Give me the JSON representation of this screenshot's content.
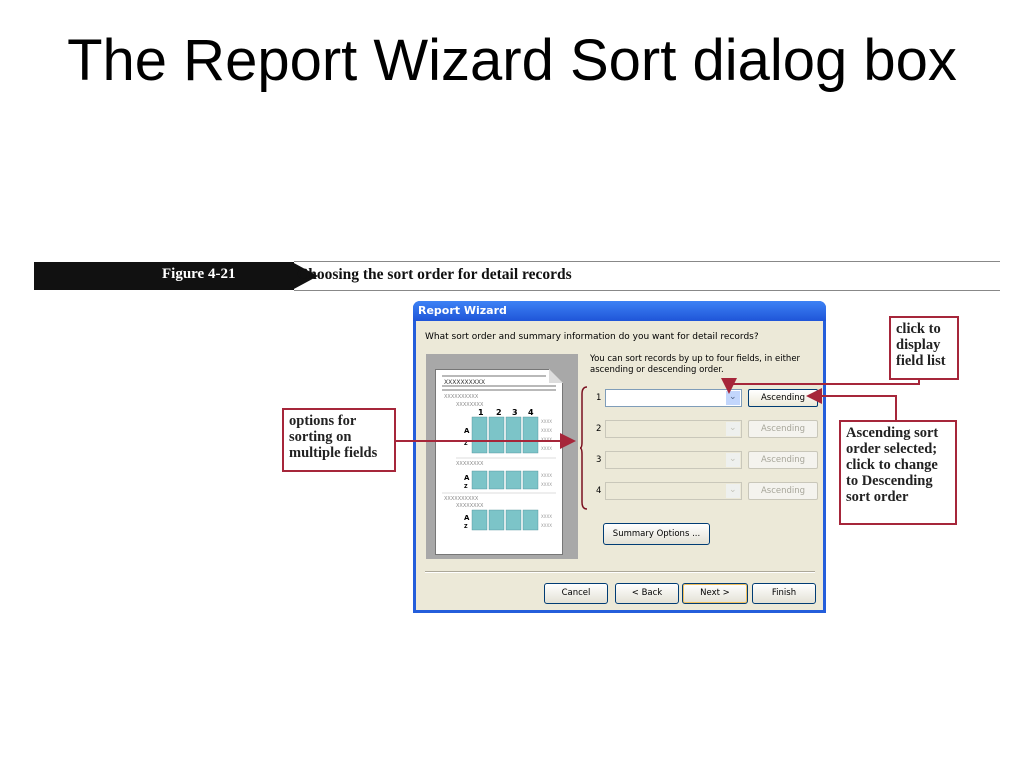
{
  "slide": {
    "title": "The Report Wizard Sort dialog box"
  },
  "figure": {
    "number": "Figure 4-21",
    "caption": "Choosing the sort order for detail records"
  },
  "dialog": {
    "title": "Report Wizard",
    "question": "What sort order and summary information do you want for detail records?",
    "info": "You can sort records by up to four fields, in either ascending or descending order.",
    "preview": {
      "placeholder_long": "XXXXXXXXXX",
      "placeholder_short": "XXXXXXXX",
      "cell": "XXXX",
      "column_numbers": [
        "1",
        "2",
        "3",
        "4"
      ],
      "sort_letters": [
        "A",
        "Z"
      ]
    },
    "sort_rows": [
      {
        "index": "1",
        "field": "",
        "order": "Ascending",
        "enabled": true
      },
      {
        "index": "2",
        "field": "",
        "order": "Ascending",
        "enabled": false
      },
      {
        "index": "3",
        "field": "",
        "order": "Ascending",
        "enabled": false
      },
      {
        "index": "4",
        "field": "",
        "order": "Ascending",
        "enabled": false
      }
    ],
    "summary_button": "Summary Options ...",
    "buttons": {
      "cancel": "Cancel",
      "back": "< Back",
      "next": "Next >",
      "finish": "Finish"
    }
  },
  "callouts": {
    "display_field_list": "click to display field list",
    "multiple_fields": "options for sorting on multiple fields",
    "ascending": "Ascending sort order selected; click to change to Descending sort order"
  },
  "colors": {
    "callout_border": "#a6263a",
    "xp_title": "#245edb",
    "preview_bar": "#7cc4c8",
    "dialog_bg": "#ece9d8"
  }
}
